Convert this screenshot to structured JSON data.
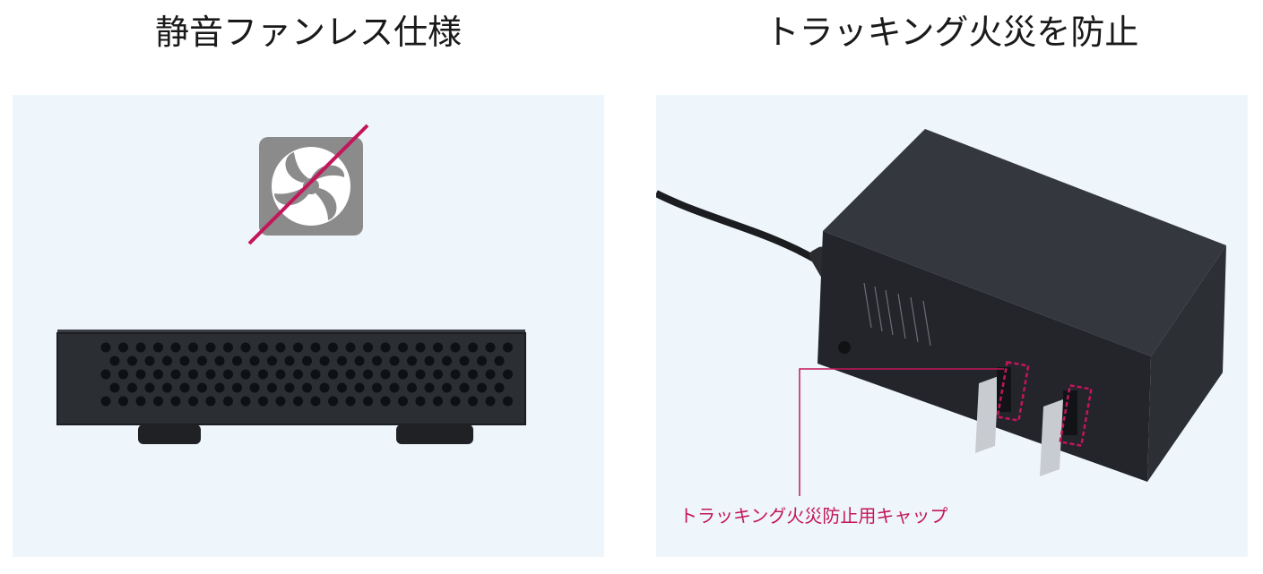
{
  "left_panel": {
    "heading": "静音ファンレス仕様",
    "icon": "no-fan-icon",
    "product": "fanless-switch-chassis"
  },
  "right_panel": {
    "heading": "トラッキング火災を防止",
    "product": "ac-adapter",
    "callout_label": "トラッキング火災防止用キャップ"
  },
  "colors": {
    "panel_background": "#eef6fb",
    "callout": "#c4165a",
    "device_body": "#2b2e33",
    "prohibit_line": "#c4165a"
  }
}
